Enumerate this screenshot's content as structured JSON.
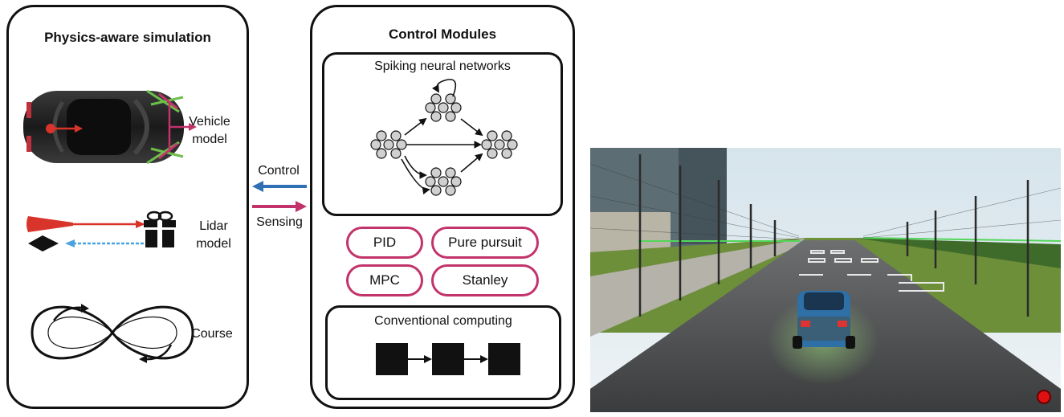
{
  "simulation_panel": {
    "title": "Physics-aware simulation",
    "vehicle_label_line1": "Vehicle",
    "vehicle_label_line2": "model",
    "lidar_label_line1": "Lidar",
    "lidar_label_line2": "model",
    "course_label": "Course"
  },
  "arrows": {
    "control_label": "Control",
    "sensing_label": "Sensing",
    "control_color": "#2f6fb3",
    "sensing_color": "#c2336b"
  },
  "control_panel": {
    "title": "Control Modules",
    "snn_title": "Spiking neural networks",
    "controllers": [
      "PID",
      "Pure pursuit",
      "MPC",
      "Stanley"
    ],
    "conventional_title": "Conventional computing"
  },
  "colors": {
    "accent_magenta": "#c2336b",
    "lidar_red": "#d9342b",
    "lidar_blue": "#4aa3e0",
    "steer_green": "#6cc04a"
  },
  "icons": {
    "car": "car-top-view-icon",
    "gift": "gift-box-icon",
    "flag": "red-flag-icon",
    "infinity": "infinity-course-icon"
  }
}
